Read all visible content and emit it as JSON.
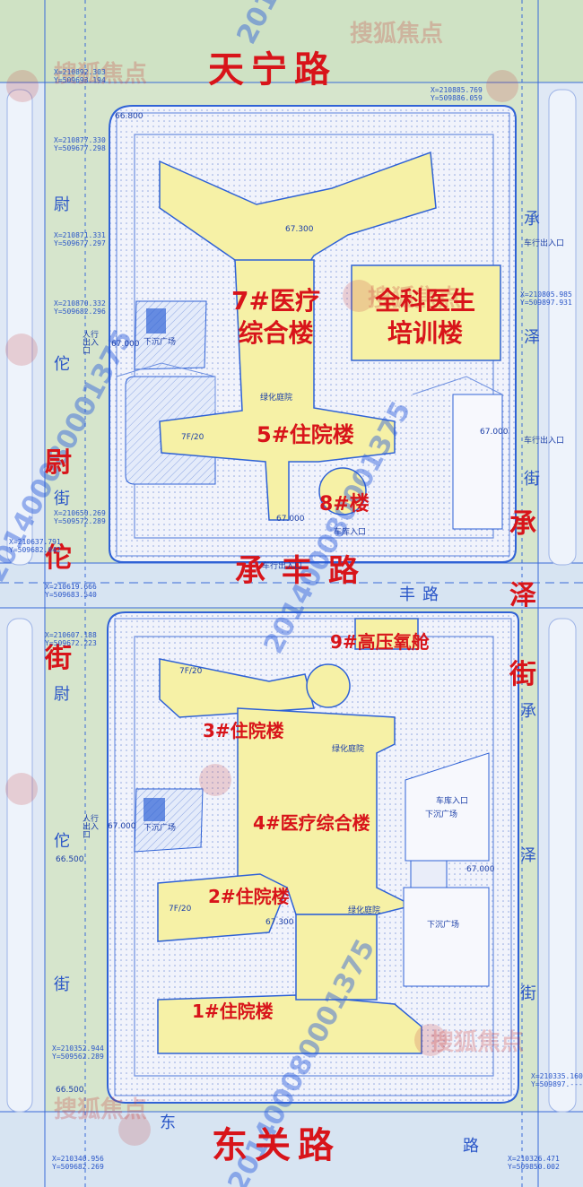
{
  "roads": {
    "north": "天宁路",
    "south": "东关路",
    "middle": "承丰路",
    "west": [
      "尉",
      "佗",
      "街"
    ],
    "east": [
      "承",
      "泽",
      "街"
    ],
    "west_small": [
      "尉",
      "佗",
      "街"
    ],
    "east_small": [
      "承",
      "泽",
      "街"
    ],
    "middle_small": "丰路",
    "south_small_left": "东",
    "south_small_right": "路"
  },
  "buildings": {
    "b7": [
      "7#医疗",
      "综合楼"
    ],
    "gp": [
      "全科医生",
      "培训楼"
    ],
    "b5": "5#住院楼",
    "b8": "8#楼",
    "b9": "9#高压氧舱",
    "b3": "3#住院楼",
    "b4": "4#医疗综合楼",
    "b2": "2#住院楼",
    "b1": "1#住院楼"
  },
  "annotations": {
    "ped_entry": "人行出入口",
    "vehicle_entry": "车行出入口",
    "garage_entry": "车库入口",
    "sunken_plaza": "下沉广场",
    "green_court": "绿化庭院",
    "floors_7": "7F/20",
    "elev_67": "67.000",
    "elev_673": "67.300",
    "elev_665": "66.500",
    "elev_668": "66.800"
  },
  "coordinates": [
    "X=210892.303\nY=509693.194",
    "X=210885.769\nY=509886.059",
    "X=210877.330\nY=509677.298",
    "X=210871.331\nY=509677.297",
    "X=210870.332\nY=509682.296",
    "X=210805.985\nY=509897.931",
    "X=210650.269\nY=509572.289",
    "X=210637.791\nY=509682.042",
    "X=210619.666\nY=509683.540",
    "X=210607.188\nY=509672.223",
    "X=210352.944\nY=509562.289",
    "X=210340.956\nY=509682.269",
    "X=210335.160\nY=509897.---",
    "X=210326.471\nY=509850.002"
  ],
  "watermarks": {
    "phone": "201400080001375",
    "brand": "搜狐焦点"
  },
  "colors": {
    "road_label": "#d8141a",
    "building_fill": "#f6f1a6",
    "plan_line": "#2f62d6",
    "green": "#cfe0c2",
    "paving": "#eef0f8"
  }
}
